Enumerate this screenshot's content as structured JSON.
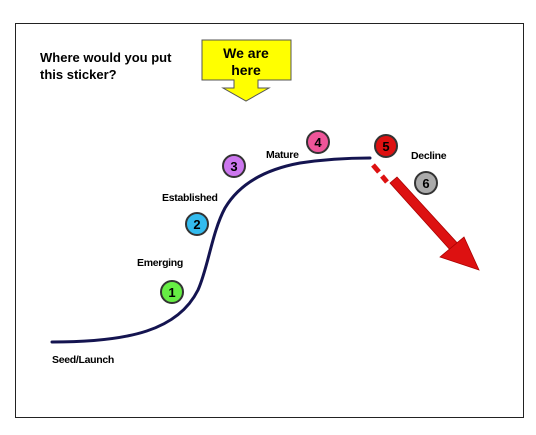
{
  "question": {
    "line1": "Where would you put",
    "line2": "this sticker?"
  },
  "callout": {
    "line1": "We are",
    "line2": "here"
  },
  "stages": [
    {
      "number": "1",
      "label": "Emerging",
      "color": "#66ee44"
    },
    {
      "number": "2",
      "label": "Established",
      "color": "#33bbee"
    },
    {
      "number": "3",
      "label": "",
      "color": "#cc77ee"
    },
    {
      "number": "4",
      "label": "Mature",
      "color": "#ee5599"
    },
    {
      "number": "5",
      "label": "",
      "color": "#dd1111"
    },
    {
      "number": "6",
      "label": "Decline",
      "color": "#aaaaaa"
    }
  ],
  "start_label": "Seed/Launch",
  "colors": {
    "curve": "#141450",
    "arrow": "#dd1111",
    "callout_fill": "#ffff00",
    "frame": "#222222"
  }
}
